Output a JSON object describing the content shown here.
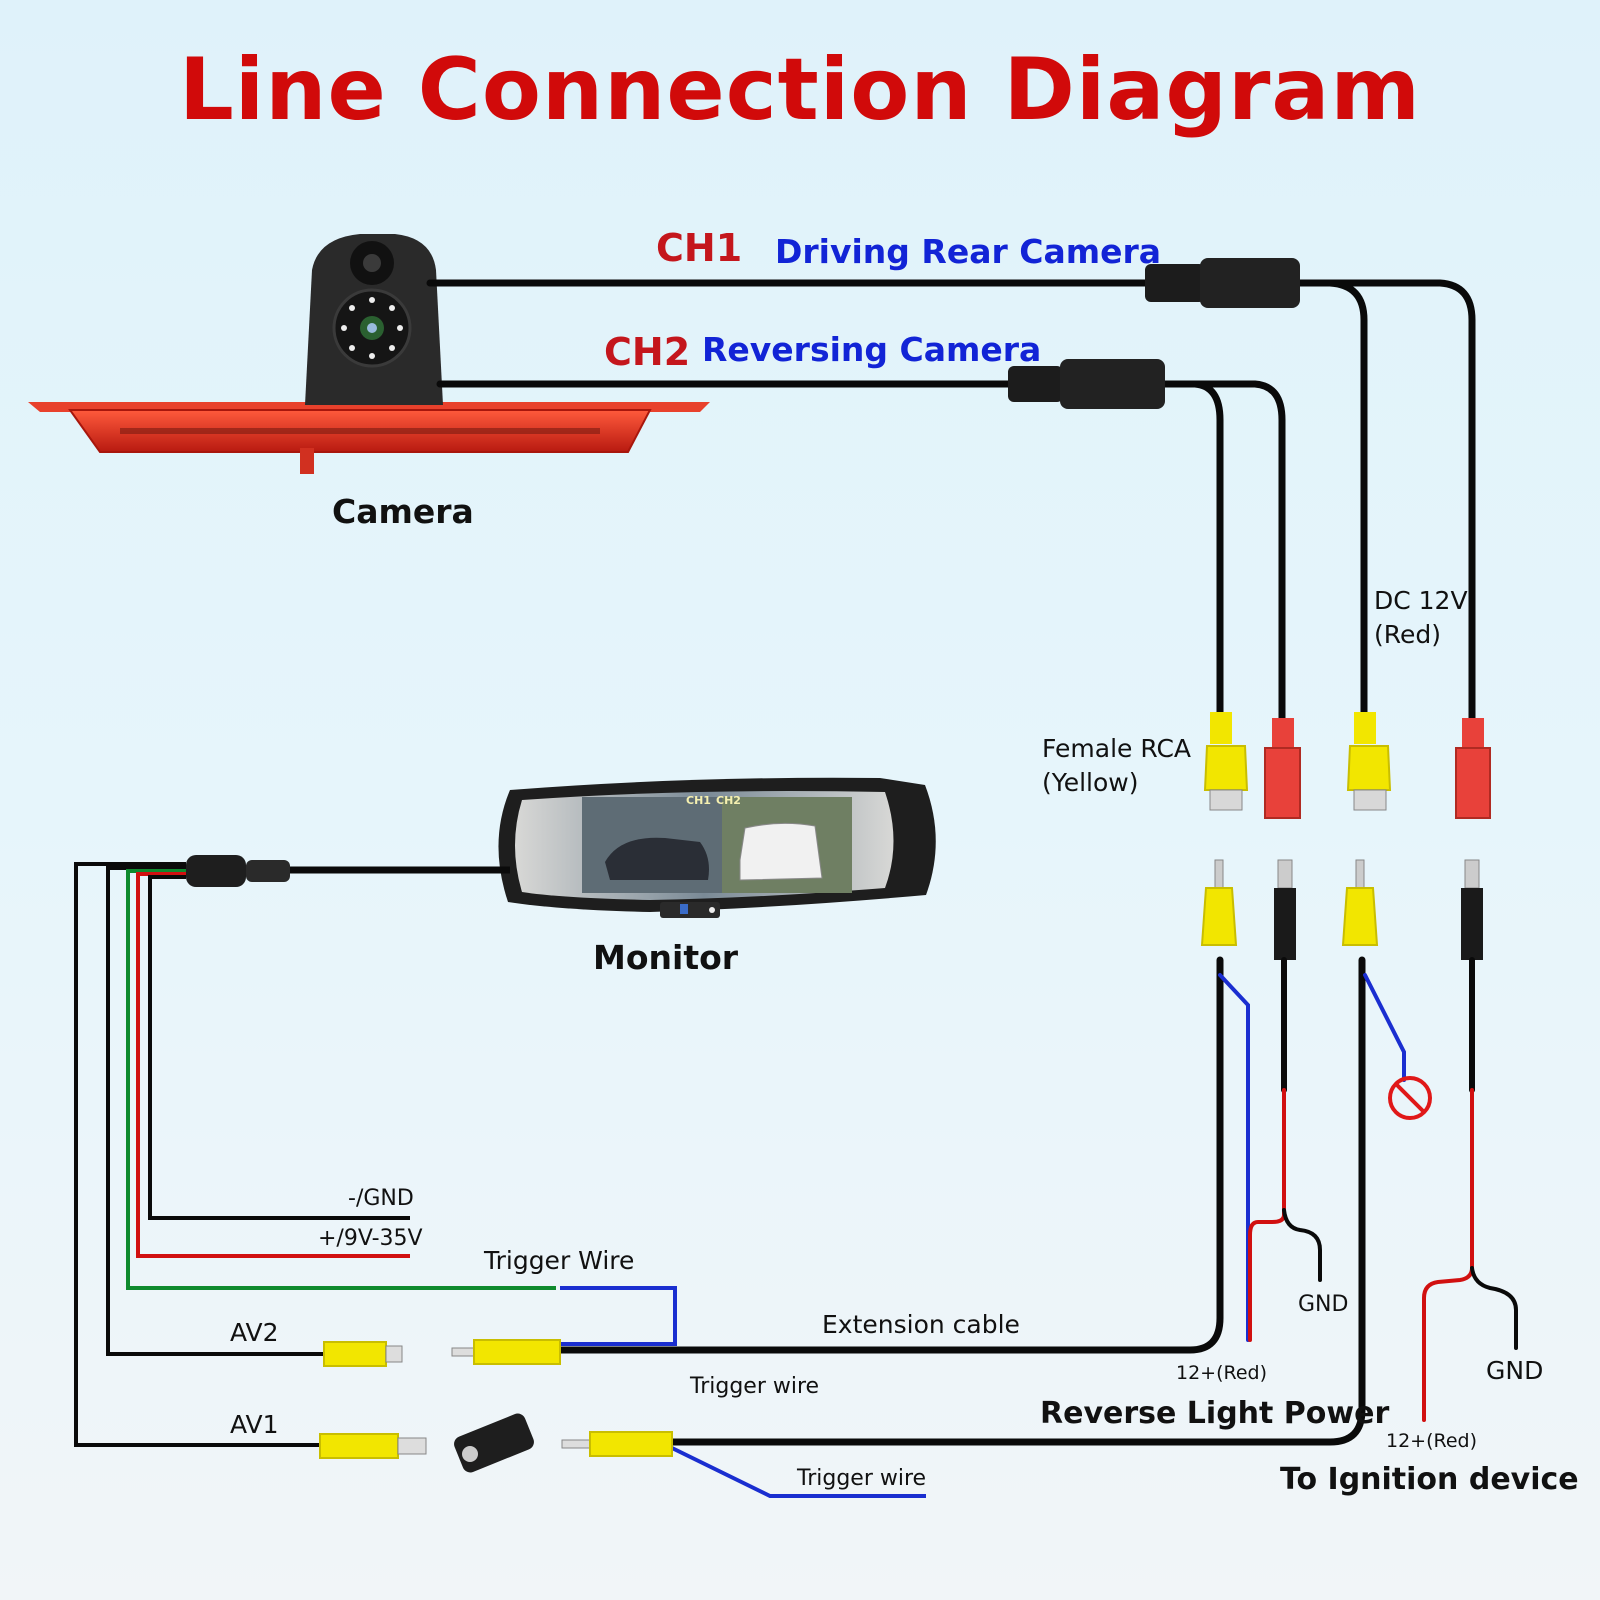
{
  "title": "Line Connection Diagram",
  "ch1": {
    "label": "CH1",
    "name": "Driving Rear Camera"
  },
  "ch2": {
    "label": "CH2",
    "name": "Reversing Camera"
  },
  "camera_label": "Camera",
  "monitor_label": "Monitor",
  "monitor_screen": {
    "ch1": "CH1",
    "ch2": "CH2"
  },
  "dc12v": {
    "line1": "DC 12V",
    "line2": "(Red)"
  },
  "female_rca": {
    "line1": "Female RCA",
    "line2": "(Yellow)"
  },
  "monitor_wires": {
    "gnd": "-/GND",
    "power": "+/9V-35V",
    "trigger": "Trigger Wire",
    "av2": "AV2",
    "av1": "AV1"
  },
  "extension_cable": "Extension cable",
  "trigger_wire_1": "Trigger wire",
  "trigger_wire_2": "Trigger wire",
  "reverse": {
    "gnd": "GND",
    "plus": "12+(Red)",
    "title": "Reverse Light Power"
  },
  "ignition": {
    "gnd": "GND",
    "plus": "12+(Red)",
    "title": "To Ignition device"
  },
  "colors": {
    "title": "#d10a0a",
    "channel": "#c4161c",
    "channel_name": "#1224d6",
    "cable": "#0a0a0a",
    "trigger": "#1a2ed0",
    "power": "#d11010",
    "green": "#0f8a2e",
    "rca_yellow": "#f2e600",
    "rca_red": "#e8413a"
  }
}
